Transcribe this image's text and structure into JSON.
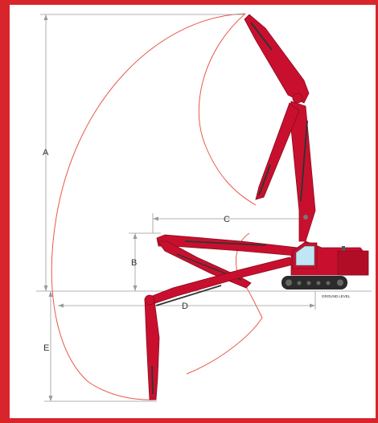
{
  "diagram": {
    "labels": {
      "a": "A",
      "b": "B",
      "c": "C",
      "d": "D",
      "e": "E",
      "ground": "GROUND LEVEL"
    },
    "colors": {
      "frame": "#d8252b",
      "machine": "#c8102e",
      "envelope": "#e8584c",
      "dimension_lines": "#9a9a9a"
    }
  }
}
